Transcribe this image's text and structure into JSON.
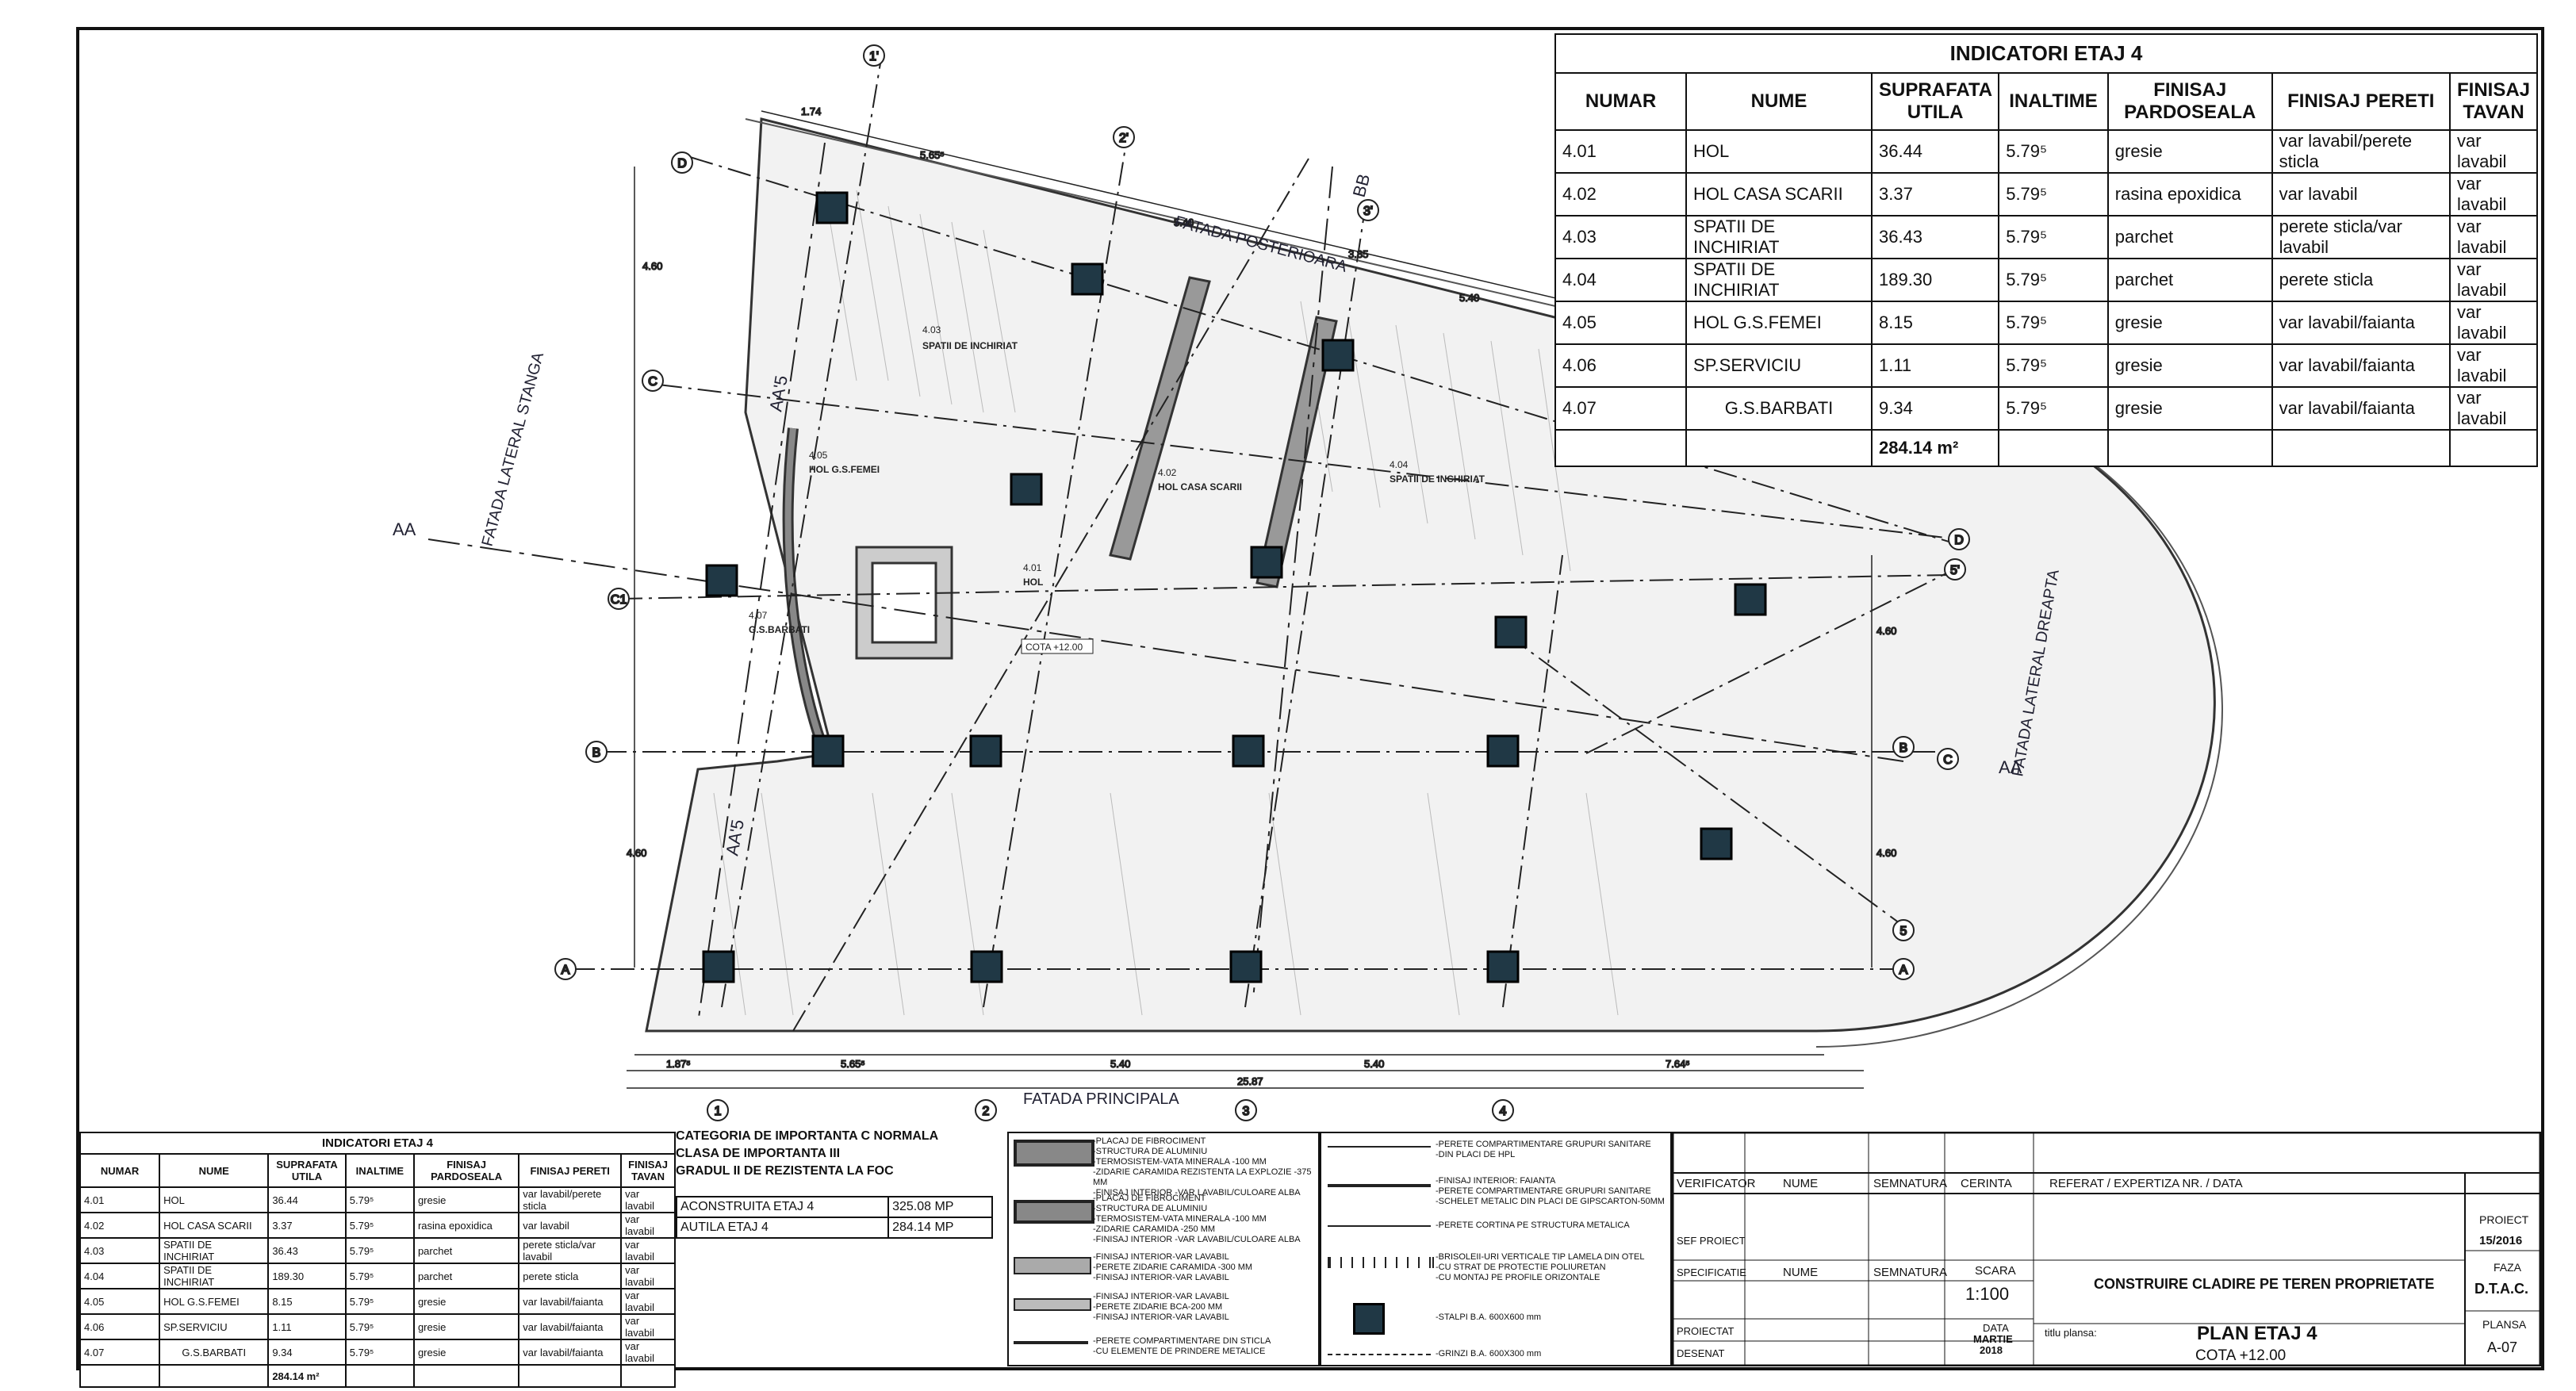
{
  "indicators": {
    "title": "INDICATORI ETAJ 4",
    "headers": [
      "NUMAR",
      "NUME",
      "SUPRAFATA UTILA",
      "INALTIME",
      "FINISAJ PARDOSEALA",
      "FINISAJ PERETI",
      "FINISAJ TAVAN"
    ],
    "rows": [
      [
        "4.01",
        "HOL",
        "36.44",
        "5.79⁵",
        "gresie",
        "var lavabil/perete sticla",
        "var lavabil"
      ],
      [
        "4.02",
        "HOL CASA SCARII",
        "3.37",
        "5.79⁵",
        "rasina epoxidica",
        "var lavabil",
        "var lavabil"
      ],
      [
        "4.03",
        "SPATII DE INCHIRIAT",
        "36.43",
        "5.79⁵",
        "parchet",
        "perete sticla/var lavabil",
        "var lavabil"
      ],
      [
        "4.04",
        "SPATII DE INCHIRIAT",
        "189.30",
        "5.79⁵",
        "parchet",
        "perete sticla",
        "var lavabil"
      ],
      [
        "4.05",
        "HOL G.S.FEMEI",
        "8.15",
        "5.79⁵",
        "gresie",
        "var lavabil/faianta",
        "var lavabil"
      ],
      [
        "4.06",
        "SP.SERVICIU",
        "1.11",
        "5.79⁵",
        "gresie",
        "var lavabil/faianta",
        "var lavabil"
      ],
      [
        "4.07",
        "G.S.BARBATI",
        "9.34",
        "5.79⁵",
        "gresie",
        "var lavabil/faianta",
        "var lavabil"
      ]
    ],
    "total": "284.14 m²"
  },
  "category": {
    "line1": "CATEGORIA DE IMPORTANTA C NORMALA",
    "line2": "CLASA DE IMPORTANTA III",
    "line3": "GRADUL II DE REZISTENTA LA FOC",
    "ac_label": "ACONSTRUITA ETAJ 4",
    "ac_value": "325.08 MP",
    "au_label": "AUTILA ETAJ 4",
    "au_value": "284.14 MP"
  },
  "legend_walls": [
    [
      "-PLACAJ DE FIBROCIMENT",
      "-STRUCTURA DE ALUMINIU",
      "-TERMOSISTEM-VATA MINERALA -100 MM",
      "-ZIDARIE CARAMIDA REZISTENTA LA EXPLOZIE -375 MM",
      "-FINISAJ INTERIOR -VAR LAVABIL/CULOARE ALBA"
    ],
    [
      "-PLACAJ DE FIBROCIMENT",
      "-STRUCTURA DE ALUMINIU",
      "-TERMOSISTEM-VATA MINERALA -100 MM",
      "-ZIDARIE CARAMIDA -250 MM",
      "-FINISAJ INTERIOR -VAR LAVABIL/CULOARE ALBA"
    ],
    [
      "-FINISAJ INTERIOR-VAR LAVABIL",
      "-PERETE ZIDARIE CARAMIDA -300 MM",
      "-FINISAJ INTERIOR-VAR LAVABIL"
    ],
    [
      "-FINISAJ INTERIOR-VAR LAVABIL",
      "-PERETE ZIDARIE BCA-200 MM",
      "-FINISAJ INTERIOR-VAR LAVABIL"
    ],
    [
      "-PERETE COMPARTIMENTARE DIN STICLA",
      "-CU ELEMENTE DE PRINDERE METALICE"
    ]
  ],
  "legend_lines": [
    [
      "-PERETE COMPARTIMENTARE GRUPURI SANITARE",
      "-DIN PLACI DE HPL"
    ],
    [
      "-FINISAJ INTERIOR: FAIANTA",
      "-PERETE COMPARTIMENTARE GRUPURI SANITARE",
      "-SCHELET METALIC DIN PLACI DE GIPSCARTON-50MM"
    ],
    [
      "-PERETE CORTINA PE STRUCTURA METALICA"
    ],
    [
      "-BRISOLEII-URI VERTICALE TIP LAMELA DIN OTEL",
      "-CU STRAT DE PROTECTIE POLIURETAN",
      "-CU MONTAJ PE PROFILE ORIZONTALE"
    ],
    [
      "-STALPI B.A. 600X600 mm"
    ],
    [
      "-GRINZI B.A. 600X300 mm"
    ]
  ],
  "title_block": {
    "verificator": "VERIFICATOR",
    "nume": "NUME",
    "semnatura": "SEMNATURA",
    "cerinta": "CERINTA",
    "referat": "REFERAT / EXPERTIZA NR. / DATA",
    "sef_proiect": "SEF PROIECT",
    "specificatie": "SPECIFICATIE",
    "proiectat": "PROIECTAT",
    "desenat": "DESENAT",
    "scara_label": "SCARA",
    "scara_value": "1:100",
    "data_label": "DATA",
    "data_value1": "MARTIE",
    "data_value2": "2018",
    "project_name": "CONSTRUIRE CLADIRE PE TEREN PROPRIETATE",
    "titlu_label": "titlu plansa:",
    "plan_title": "PLAN ETAJ 4",
    "cota": "COTA +12.00",
    "proiect_label": "PROIECT",
    "proiect_value": "15/2016",
    "faza_label": "FAZA",
    "faza_value": "D.T.A.C.",
    "plansa_label": "PLANSA",
    "plansa_value": "A-07"
  },
  "facades": {
    "back": "FATADA POSTERIOARA",
    "front": "FATADA PRINCIPALA",
    "left": "FATADA LATERAL STANGA",
    "right": "FATADA LATERAL DREAPTA"
  },
  "grid_labels": {
    "numbers": [
      "1",
      "2",
      "3",
      "4",
      "1'",
      "2'",
      "3'",
      "5'",
      "5"
    ],
    "letters": [
      "A",
      "B",
      "C",
      "D",
      "C1",
      "C",
      "D"
    ],
    "sections": [
      "AA",
      "AA",
      "AA'5",
      "AA'5",
      "BB"
    ]
  },
  "dimensions": {
    "bottom": [
      "1.87⁵",
      "5.65⁵",
      "5.40",
      "5.40",
      "7.64⁵",
      "25.87"
    ],
    "top": [
      "1.74",
      "5.65⁵",
      "5.40",
      "5.40",
      "3.85"
    ],
    "side": [
      "4.60",
      "4.60",
      "4.60",
      "4.60"
    ]
  },
  "rooms": [
    {
      "id": "4.03",
      "name": "SPATII DE INCHIRIAT"
    },
    {
      "id": "4.02",
      "name": "HOL CASA SCARII"
    },
    {
      "id": "4.04",
      "name": "SPATII DE INCHIRIAT"
    },
    {
      "id": "4.01",
      "name": "HOL"
    },
    {
      "id": "4.05",
      "name": "HOL G.S.FEMEI"
    },
    {
      "id": "4.07",
      "name": "G.S.BARBATI"
    }
  ],
  "cota_tag": "COTA +12.00"
}
